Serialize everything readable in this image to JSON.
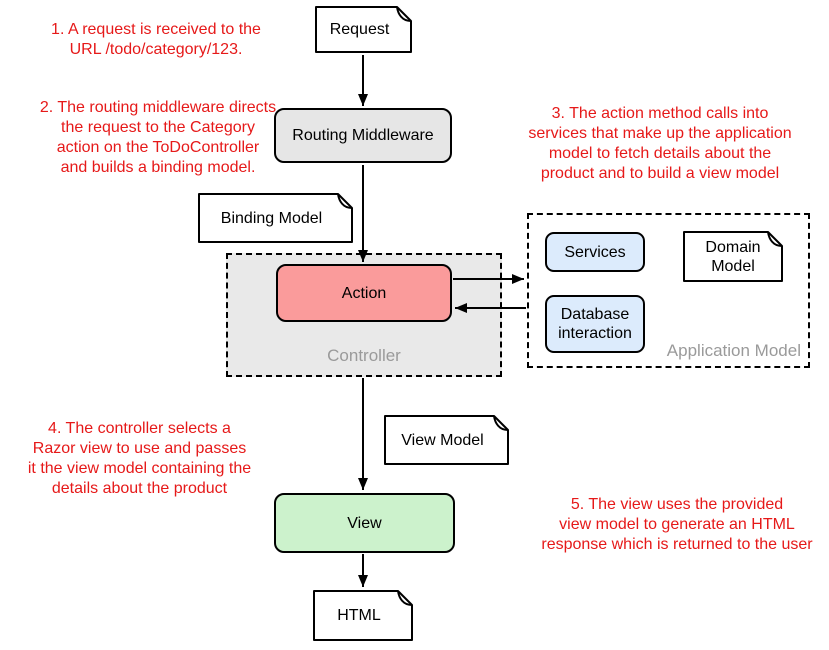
{
  "nodes": {
    "request": {
      "label": "Request"
    },
    "routing_middleware": {
      "label": "Routing Middleware"
    },
    "binding_model": {
      "label": "Binding Model"
    },
    "action": {
      "label": "Action"
    },
    "controller": {
      "label": "Controller"
    },
    "services": {
      "label": "Services"
    },
    "domain_model": {
      "label": "Domain Model"
    },
    "database_interaction": {
      "label": "Database interaction"
    },
    "application_model": {
      "label": "Application Model"
    },
    "view_model": {
      "label": "View Model"
    },
    "view": {
      "label": "View"
    },
    "html": {
      "label": "HTML"
    }
  },
  "annotations": {
    "step1": "1. A request is received to the\nURL /todo/category/123.",
    "step2": "2. The routing middleware directs\nthe request to the Category\naction on the ToDoController\nand builds a binding model.",
    "step3": "3. The action method calls into\nservices that make up the application\nmodel to fetch details about the\nproduct and to build a view model",
    "step4": "4. The controller selects a\nRazor view to use and passes\nit the view model containing the\ndetails about the product",
    "step5": "5. The view uses the provided\nview model to generate an HTML\nresponse which is returned to the user"
  },
  "colors": {
    "annotation_red": "#e61919",
    "node_gray": "#e6e6e6",
    "node_pink": "#fa9b9b",
    "node_green": "#ccf2cc",
    "node_blue": "#dcebfc",
    "controller_fill": "#e9e9e9",
    "container_label_gray": "#9a9a9a",
    "stroke_black": "#000000"
  }
}
